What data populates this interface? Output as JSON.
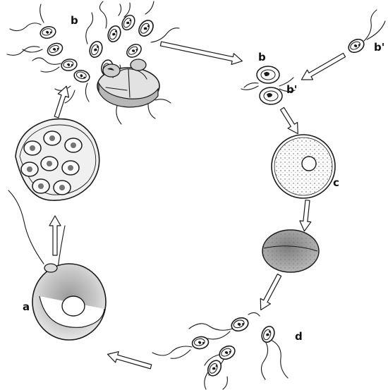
{
  "labels": {
    "top_left_group": "b",
    "fusing_upper": "b",
    "fusing_lower": "b'",
    "lone_gamete": "b'",
    "zygote": "c",
    "zoospores": "d",
    "mature_cell": "a"
  }
}
